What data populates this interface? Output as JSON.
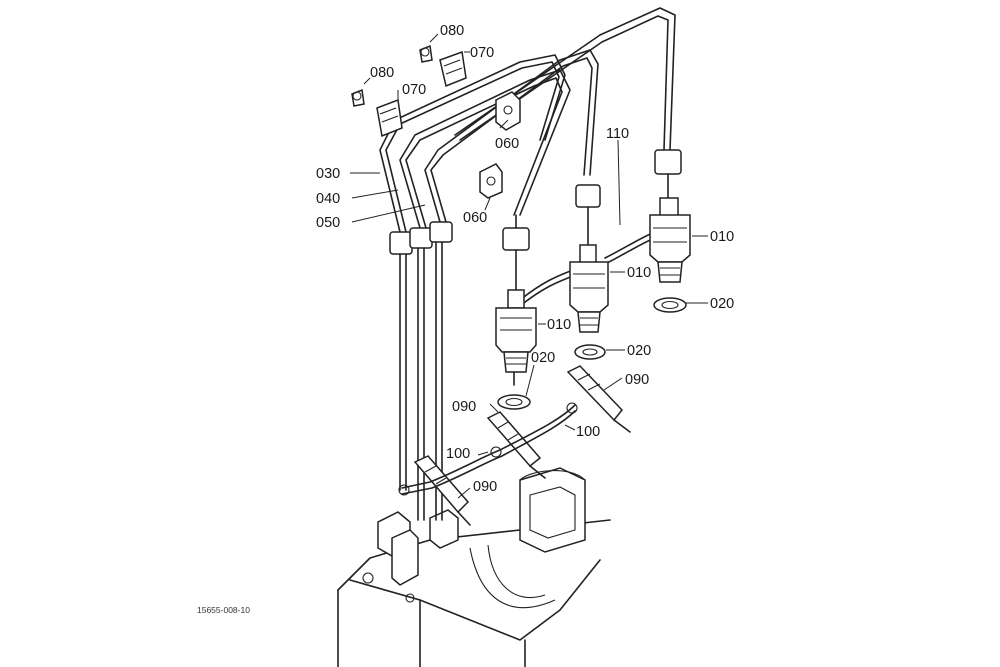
{
  "diagram": {
    "figure_code": "15655-008-10",
    "labels": {
      "p010_a": "010",
      "p010_b": "010",
      "p010_c": "010",
      "p020_a": "020",
      "p020_b": "020",
      "p020_c": "020",
      "p030": "030",
      "p040": "040",
      "p050": "050",
      "p060_a": "060",
      "p060_b": "060",
      "p070_a": "070",
      "p070_b": "070",
      "p080_a": "080",
      "p080_b": "080",
      "p090_a": "090",
      "p090_b": "090",
      "p090_c": "090",
      "p100_a": "100",
      "p100_b": "100",
      "p110": "110"
    }
  }
}
